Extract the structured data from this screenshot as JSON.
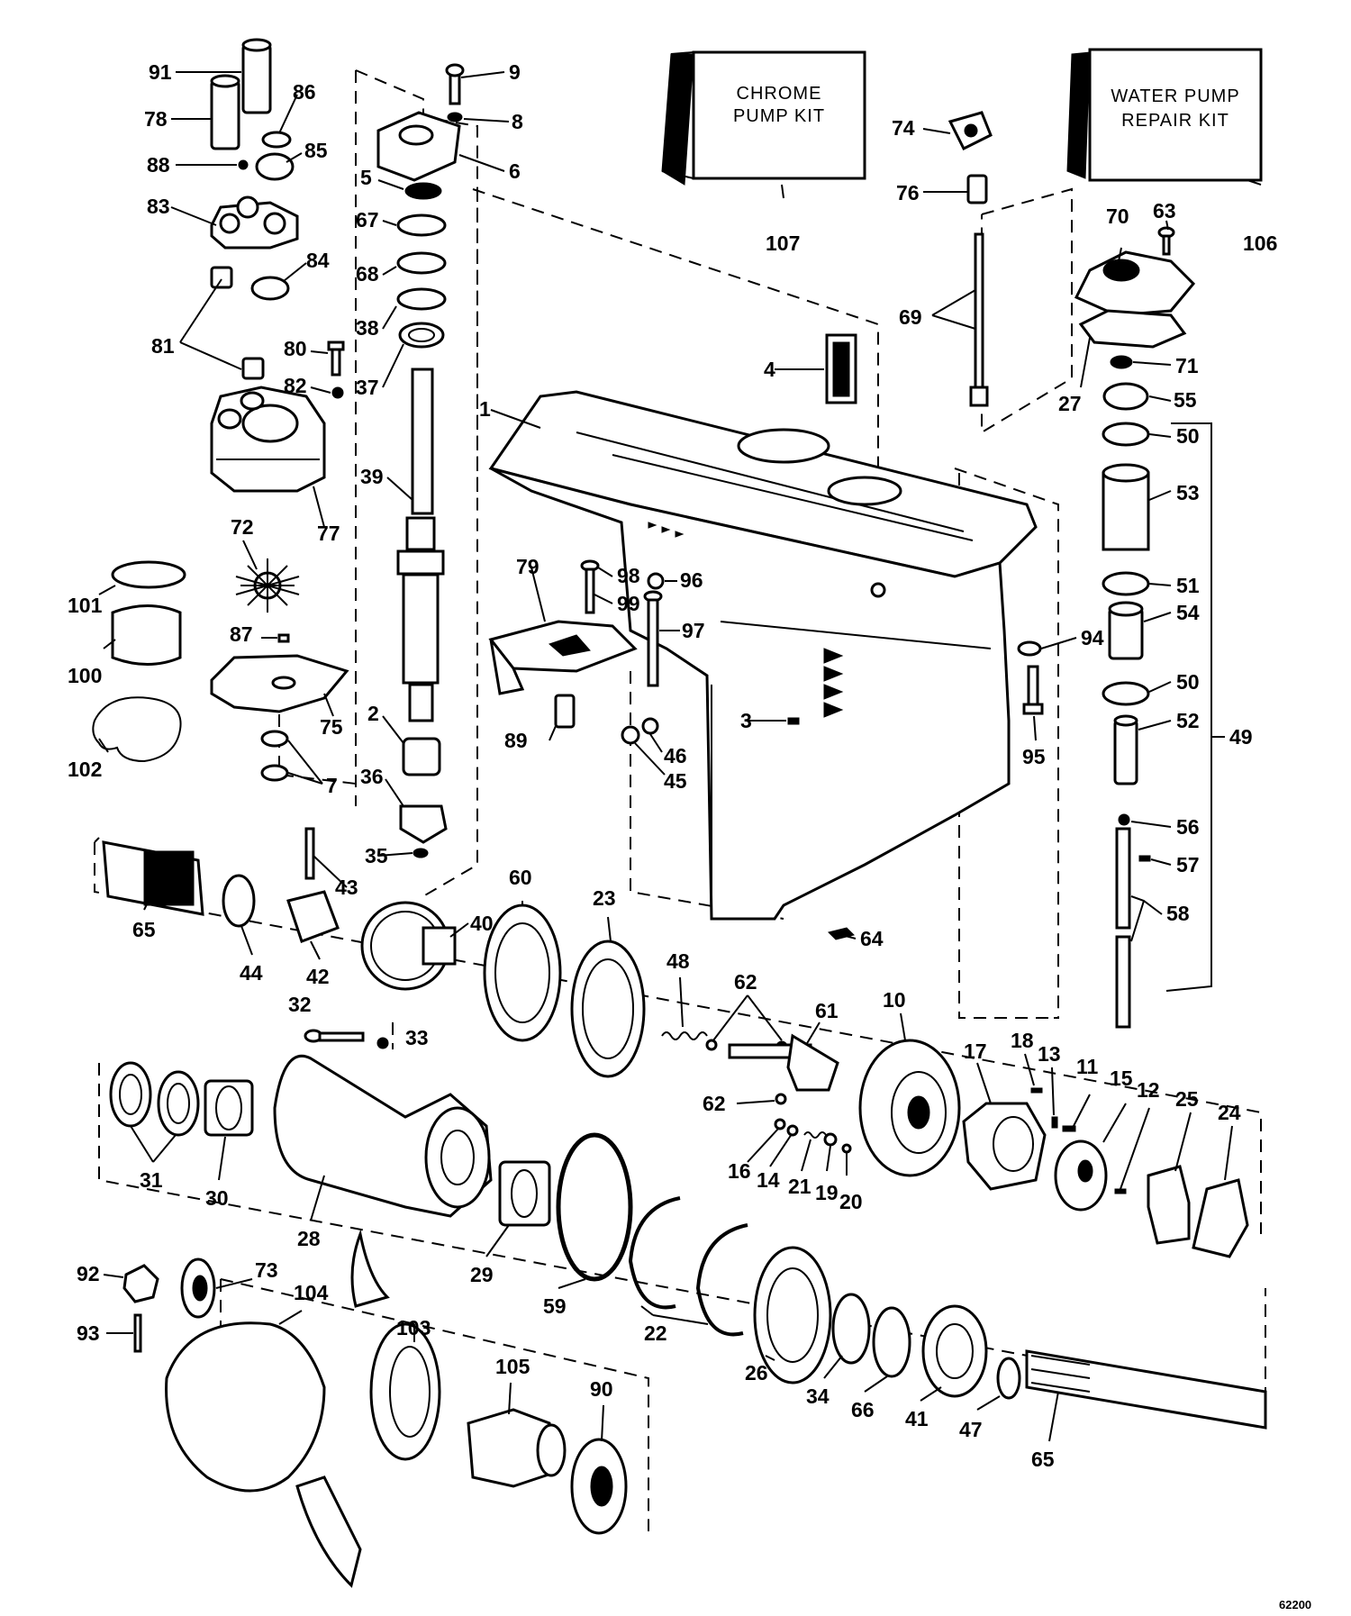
{
  "kits": {
    "chrome": {
      "line1": "CHROME",
      "line2": "PUMP KIT",
      "number": "107"
    },
    "water_pump": {
      "line1": "WATER PUMP",
      "line2": "REPAIR KIT",
      "number": "106"
    }
  },
  "drawing_code": "62200",
  "callouts": [
    {
      "id": "c91",
      "text": "91"
    },
    {
      "id": "c78",
      "text": "78"
    },
    {
      "id": "c86",
      "text": "86"
    },
    {
      "id": "c85",
      "text": "85"
    },
    {
      "id": "c88",
      "text": "88"
    },
    {
      "id": "c83",
      "text": "83"
    },
    {
      "id": "c84",
      "text": "84"
    },
    {
      "id": "c81",
      "text": "81"
    },
    {
      "id": "c80",
      "text": "80"
    },
    {
      "id": "c82",
      "text": "82"
    },
    {
      "id": "c77",
      "text": "77"
    },
    {
      "id": "c72",
      "text": "72"
    },
    {
      "id": "c101",
      "text": "101"
    },
    {
      "id": "c100",
      "text": "100"
    },
    {
      "id": "c87",
      "text": "87"
    },
    {
      "id": "c75",
      "text": "75"
    },
    {
      "id": "c102",
      "text": "102"
    },
    {
      "id": "c7",
      "text": "7"
    },
    {
      "id": "c9",
      "text": "9"
    },
    {
      "id": "c8",
      "text": "8"
    },
    {
      "id": "c6",
      "text": "6"
    },
    {
      "id": "c5",
      "text": "5"
    },
    {
      "id": "c67",
      "text": "67"
    },
    {
      "id": "c68",
      "text": "68"
    },
    {
      "id": "c38",
      "text": "38"
    },
    {
      "id": "c37",
      "text": "37"
    },
    {
      "id": "c39",
      "text": "39"
    },
    {
      "id": "c2",
      "text": "2"
    },
    {
      "id": "c36",
      "text": "36"
    },
    {
      "id": "c35",
      "text": "35"
    },
    {
      "id": "c1",
      "text": "1"
    },
    {
      "id": "c79",
      "text": "79"
    },
    {
      "id": "c98",
      "text": "98"
    },
    {
      "id": "c99",
      "text": "99"
    },
    {
      "id": "c96",
      "text": "96"
    },
    {
      "id": "c97",
      "text": "97"
    },
    {
      "id": "c89",
      "text": "89"
    },
    {
      "id": "c3",
      "text": "3"
    },
    {
      "id": "c46",
      "text": "46"
    },
    {
      "id": "c45",
      "text": "45"
    },
    {
      "id": "c4",
      "text": "4"
    },
    {
      "id": "c74",
      "text": "74"
    },
    {
      "id": "c76",
      "text": "76"
    },
    {
      "id": "c69",
      "text": "69"
    },
    {
      "id": "c70",
      "text": "70"
    },
    {
      "id": "c63",
      "text": "63"
    },
    {
      "id": "c27",
      "text": "27"
    },
    {
      "id": "c71",
      "text": "71"
    },
    {
      "id": "c55",
      "text": "55"
    },
    {
      "id": "c50a",
      "text": "50"
    },
    {
      "id": "c53",
      "text": "53"
    },
    {
      "id": "c51",
      "text": "51"
    },
    {
      "id": "c54",
      "text": "54"
    },
    {
      "id": "c50b",
      "text": "50"
    },
    {
      "id": "c52",
      "text": "52"
    },
    {
      "id": "c49",
      "text": "49"
    },
    {
      "id": "c56",
      "text": "56"
    },
    {
      "id": "c57",
      "text": "57"
    },
    {
      "id": "c58",
      "text": "58"
    },
    {
      "id": "c94",
      "text": "94"
    },
    {
      "id": "c95",
      "text": "95"
    },
    {
      "id": "c64",
      "text": "64"
    },
    {
      "id": "c65a",
      "text": "65"
    },
    {
      "id": "c44",
      "text": "44"
    },
    {
      "id": "c43",
      "text": "43"
    },
    {
      "id": "c42",
      "text": "42"
    },
    {
      "id": "c40",
      "text": "40"
    },
    {
      "id": "c60",
      "text": "60"
    },
    {
      "id": "c23",
      "text": "23"
    },
    {
      "id": "c48",
      "text": "48"
    },
    {
      "id": "c62a",
      "text": "62"
    },
    {
      "id": "c61",
      "text": "61"
    },
    {
      "id": "c62b",
      "text": "62"
    },
    {
      "id": "c10",
      "text": "10"
    },
    {
      "id": "c17",
      "text": "17"
    },
    {
      "id": "c18",
      "text": "18"
    },
    {
      "id": "c13",
      "text": "13"
    },
    {
      "id": "c11",
      "text": "11"
    },
    {
      "id": "c15",
      "text": "15"
    },
    {
      "id": "c12",
      "text": "12"
    },
    {
      "id": "c25",
      "text": "25"
    },
    {
      "id": "c24",
      "text": "24"
    },
    {
      "id": "c16",
      "text": "16"
    },
    {
      "id": "c14",
      "text": "14"
    },
    {
      "id": "c21",
      "text": "21"
    },
    {
      "id": "c19",
      "text": "19"
    },
    {
      "id": "c20",
      "text": "20"
    },
    {
      "id": "c32",
      "text": "32"
    },
    {
      "id": "c33",
      "text": "33"
    },
    {
      "id": "c31",
      "text": "31"
    },
    {
      "id": "c30",
      "text": "30"
    },
    {
      "id": "c28",
      "text": "28"
    },
    {
      "id": "c29",
      "text": "29"
    },
    {
      "id": "c59",
      "text": "59"
    },
    {
      "id": "c22",
      "text": "22"
    },
    {
      "id": "c26",
      "text": "26"
    },
    {
      "id": "c34",
      "text": "34"
    },
    {
      "id": "c66",
      "text": "66"
    },
    {
      "id": "c41",
      "text": "41"
    },
    {
      "id": "c47",
      "text": "47"
    },
    {
      "id": "c65b",
      "text": "65"
    },
    {
      "id": "c92",
      "text": "92"
    },
    {
      "id": "c73",
      "text": "73"
    },
    {
      "id": "c93",
      "text": "93"
    },
    {
      "id": "c104",
      "text": "104"
    },
    {
      "id": "c103",
      "text": "103"
    },
    {
      "id": "c105",
      "text": "105"
    },
    {
      "id": "c90",
      "text": "90"
    }
  ]
}
